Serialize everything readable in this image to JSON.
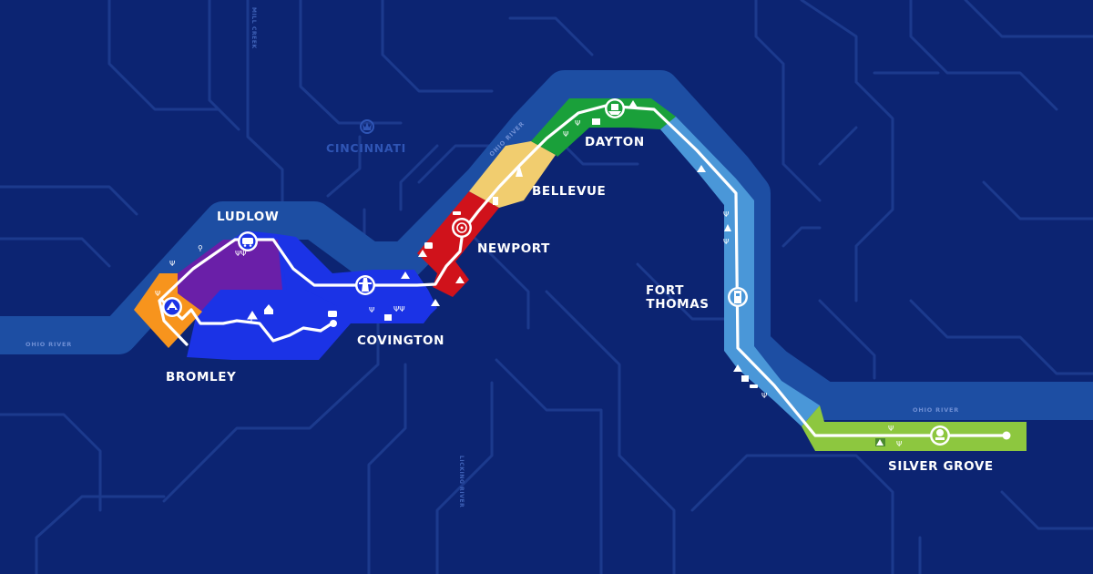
{
  "map": {
    "cities": {
      "cincinnati": "CINCINNATI"
    },
    "towns": {
      "ludlow": "LUDLOW",
      "bromley": "BROMLEY",
      "covington": "COVINGTON",
      "newport": "NEWPORT",
      "bellevue": "BELLEVUE",
      "dayton": "DAYTON",
      "fort_thomas_1": "FORT",
      "fort_thomas_2": "THOMAS",
      "silver_grove": "SILVER GROVE"
    },
    "rivers": {
      "west": "OHIO RIVER",
      "north": "OHIO RIVER",
      "east": "OHIO RIVER",
      "licking": "LICKING RIVER",
      "mill_creek": "MILL CREEK"
    },
    "colors": {
      "background": "#0c2472",
      "road": "#1c3a8d",
      "river": "#1d4ea3",
      "bromley": "#f7941d",
      "ludlow": "#6a1fa8",
      "covington": "#1b33e6",
      "newport": "#d0121b",
      "bellevue": "#f1cd6f",
      "dayton": "#1aa03a",
      "fort_thomas": "#4a97d8",
      "silver_grove": "#8dc73f"
    },
    "icons": [
      "ferry-icon",
      "bridge-icon",
      "streetcar-icon",
      "tower-icon",
      "fort-icon",
      "gazebo-icon",
      "tree-icon",
      "dining-icon",
      "camera-icon",
      "building-icon",
      "bench-icon"
    ]
  }
}
